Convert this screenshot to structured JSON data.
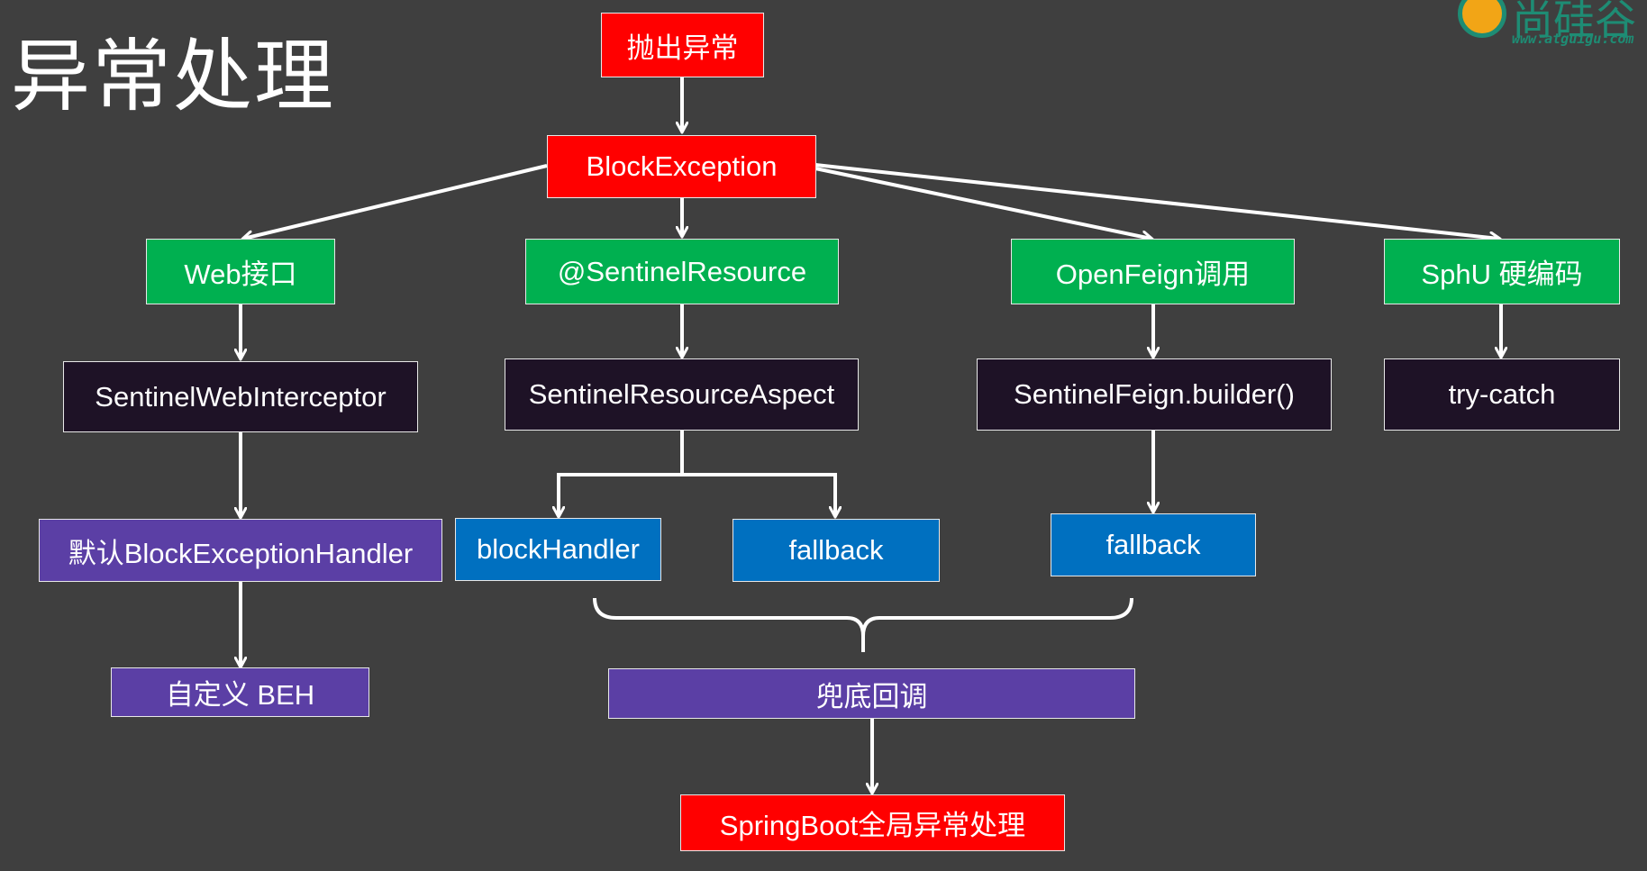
{
  "title": "异常处理",
  "logo": {
    "text": "尚硅谷",
    "url": "www.atguigu.com"
  },
  "nodes": {
    "throw": "抛出异常",
    "block_exception": "BlockException",
    "web": "Web接口",
    "sentinel_resource": "@SentinelResource",
    "openfeign": "OpenFeign调用",
    "sphu": "SphU 硬编码",
    "web_interceptor": "SentinelWebInterceptor",
    "resource_aspect": "SentinelResourceAspect",
    "feign_builder": "SentinelFeign.builder()",
    "try_catch": "try-catch",
    "default_handler": "默认BlockExceptionHandler",
    "block_handler": "blockHandler",
    "fallback_aspect": "fallback",
    "fallback_feign": "fallback",
    "custom_beh": "自定义 BEH",
    "fallback_callback": "兜底回调",
    "springboot": "SpringBoot全局异常处理"
  },
  "colors": {
    "background": "#3f3f3f",
    "red": "#ff0000",
    "green": "#00b050",
    "dark": "#1e1226",
    "purple": "#5b3fa5",
    "blue": "#0070c0",
    "line": "#ffffff"
  }
}
